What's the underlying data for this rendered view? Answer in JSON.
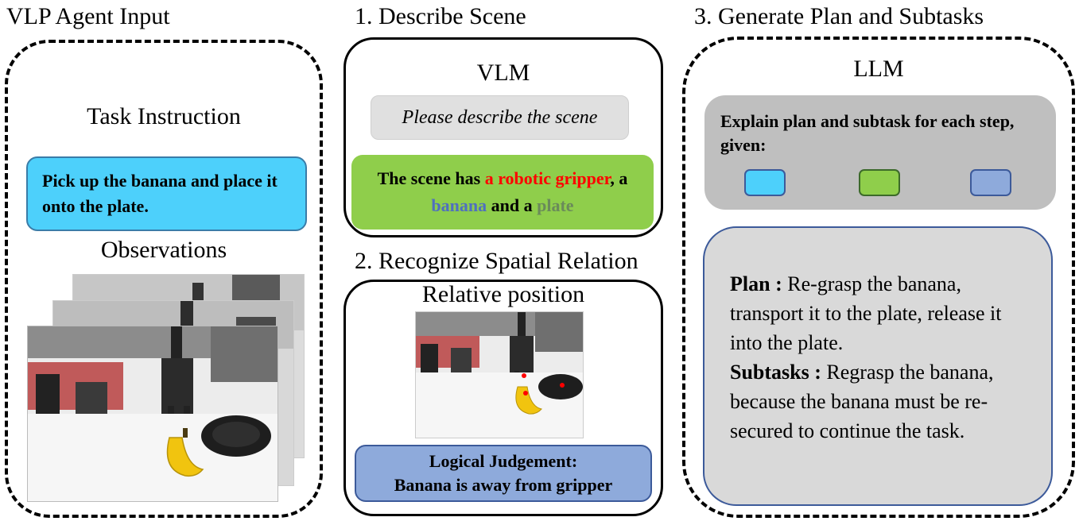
{
  "panel1": {
    "title": "VLP Agent Input",
    "task_heading": "Task Instruction",
    "task_text": "Pick up the banana and place it onto the plate.",
    "observations_heading": "Observations"
  },
  "panel2": {
    "title": "1. Describe Scene",
    "vlm_heading": "VLM",
    "prompt": "Please describe the scene",
    "answer_parts": [
      {
        "text": "The scene has ",
        "color": "#000000"
      },
      {
        "text": "a robotic gripper",
        "color": "#ff0000"
      },
      {
        "text": ", a ",
        "color": "#000000"
      },
      {
        "text": "banana",
        "color": "#4f6fbf"
      },
      {
        "text": " and a ",
        "color": "#000000"
      },
      {
        "text": "plate",
        "color": "#6a8a5a"
      }
    ]
  },
  "panel3": {
    "title": "2. Recognize Spatial Relation",
    "heading": "Relative position",
    "judgement_line1": "Logical Judgement:",
    "judgement_line2": "Banana is away from gripper"
  },
  "panel4": {
    "title": "3. Generate Plan and Subtasks",
    "llm_heading": "LLM",
    "explain_text": "Explain plan and subtask for each step, given:",
    "plan_label": "Plan :",
    "plan_text": " Re-grasp the banana, transport it to the plate, release it into the plate.",
    "subtasks_label": "Subtasks :",
    "subtasks_text": " Regrasp the banana, because the banana must be re-secured to continue the task."
  },
  "colors": {
    "cyan": "#4dd0fb",
    "green": "#8fce4b",
    "periwinkle": "#8eaadb",
    "gray_box": "#bfbfbf",
    "light_gray_box": "#d9d9d9",
    "light_gray_prompt": "#e0e0e0",
    "dot_red": "#ff0000"
  }
}
